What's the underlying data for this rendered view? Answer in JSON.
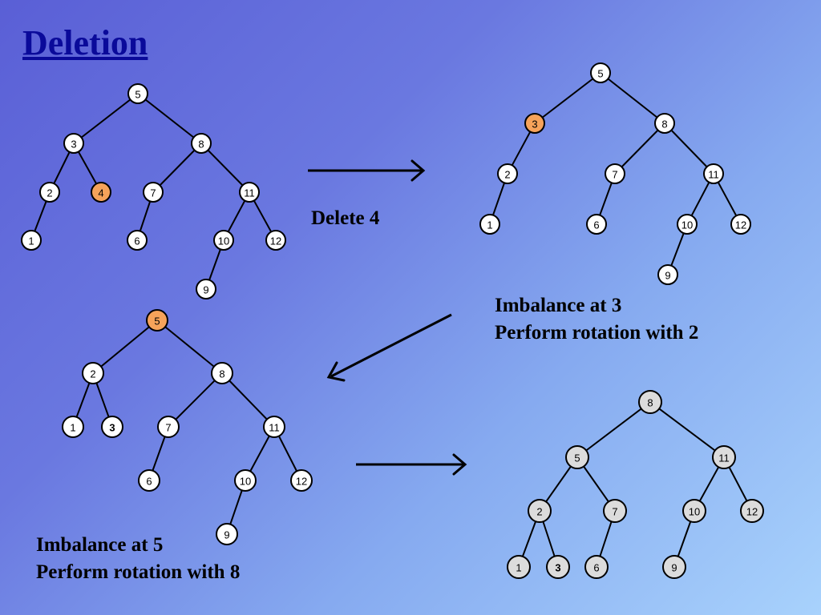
{
  "title": "Deletion",
  "captions": {
    "delete": "Delete 4",
    "imbalance1_line1": "Imbalance at 3",
    "imbalance1_line2": "Perform rotation with 2",
    "imbalance2_line1": "Imbalance at 5",
    "imbalance2_line2": "Perform rotation with 8"
  },
  "colors": {
    "highlight": "#f6a35a",
    "node_fill": "#ffffff",
    "final_node_fill": "#dcdcdc",
    "title": "#0a0a9a"
  },
  "trees": [
    {
      "name": "tree-before-delete",
      "nodes": [
        {
          "id": "5",
          "label": "5"
        },
        {
          "id": "3",
          "label": "3"
        },
        {
          "id": "8",
          "label": "8"
        },
        {
          "id": "2",
          "label": "2"
        },
        {
          "id": "4",
          "label": "4",
          "highlight": true
        },
        {
          "id": "7",
          "label": "7"
        },
        {
          "id": "11",
          "label": "11"
        },
        {
          "id": "1",
          "label": "1"
        },
        {
          "id": "6",
          "label": "6"
        },
        {
          "id": "10",
          "label": "10"
        },
        {
          "id": "12",
          "label": "12"
        },
        {
          "id": "9",
          "label": "9"
        }
      ],
      "edges": [
        [
          "5",
          "3"
        ],
        [
          "5",
          "8"
        ],
        [
          "3",
          "2"
        ],
        [
          "3",
          "4"
        ],
        [
          "8",
          "7"
        ],
        [
          "8",
          "11"
        ],
        [
          "2",
          "1"
        ],
        [
          "7",
          "6"
        ],
        [
          "11",
          "10"
        ],
        [
          "11",
          "12"
        ],
        [
          "10",
          "9"
        ]
      ]
    },
    {
      "name": "tree-after-delete",
      "nodes": [
        {
          "id": "5",
          "label": "5"
        },
        {
          "id": "3",
          "label": "3",
          "highlight": true
        },
        {
          "id": "8",
          "label": "8"
        },
        {
          "id": "2",
          "label": "2"
        },
        {
          "id": "7",
          "label": "7"
        },
        {
          "id": "11",
          "label": "11"
        },
        {
          "id": "1",
          "label": "1"
        },
        {
          "id": "6",
          "label": "6"
        },
        {
          "id": "10",
          "label": "10"
        },
        {
          "id": "12",
          "label": "12"
        },
        {
          "id": "9",
          "label": "9"
        }
      ],
      "edges": [
        [
          "5",
          "3"
        ],
        [
          "5",
          "8"
        ],
        [
          "3",
          "2"
        ],
        [
          "8",
          "7"
        ],
        [
          "8",
          "11"
        ],
        [
          "2",
          "1"
        ],
        [
          "7",
          "6"
        ],
        [
          "11",
          "10"
        ],
        [
          "11",
          "12"
        ],
        [
          "10",
          "9"
        ]
      ]
    },
    {
      "name": "tree-after-rotation-2",
      "nodes": [
        {
          "id": "5",
          "label": "5",
          "highlight": true
        },
        {
          "id": "2",
          "label": "2"
        },
        {
          "id": "8",
          "label": "8"
        },
        {
          "id": "1",
          "label": "1"
        },
        {
          "id": "3",
          "label": "3",
          "bold": true
        },
        {
          "id": "7",
          "label": "7"
        },
        {
          "id": "11",
          "label": "11"
        },
        {
          "id": "6",
          "label": "6"
        },
        {
          "id": "10",
          "label": "10"
        },
        {
          "id": "12",
          "label": "12"
        },
        {
          "id": "9",
          "label": "9"
        }
      ],
      "edges": [
        [
          "5",
          "2"
        ],
        [
          "5",
          "8"
        ],
        [
          "2",
          "1"
        ],
        [
          "2",
          "3"
        ],
        [
          "8",
          "7"
        ],
        [
          "8",
          "11"
        ],
        [
          "7",
          "6"
        ],
        [
          "11",
          "10"
        ],
        [
          "11",
          "12"
        ],
        [
          "10",
          "9"
        ]
      ]
    },
    {
      "name": "tree-after-rotation-8",
      "final": true,
      "nodes": [
        {
          "id": "8",
          "label": "8"
        },
        {
          "id": "5",
          "label": "5"
        },
        {
          "id": "11",
          "label": "11"
        },
        {
          "id": "2",
          "label": "2"
        },
        {
          "id": "7",
          "label": "7"
        },
        {
          "id": "10",
          "label": "10"
        },
        {
          "id": "12",
          "label": "12"
        },
        {
          "id": "1",
          "label": "1"
        },
        {
          "id": "3",
          "label": "3",
          "bold": true
        },
        {
          "id": "6",
          "label": "6"
        },
        {
          "id": "9",
          "label": "9"
        }
      ],
      "edges": [
        [
          "8",
          "5"
        ],
        [
          "8",
          "11"
        ],
        [
          "5",
          "2"
        ],
        [
          "5",
          "7"
        ],
        [
          "11",
          "10"
        ],
        [
          "11",
          "12"
        ],
        [
          "2",
          "1"
        ],
        [
          "2",
          "3"
        ],
        [
          "7",
          "6"
        ],
        [
          "10",
          "9"
        ]
      ]
    }
  ]
}
